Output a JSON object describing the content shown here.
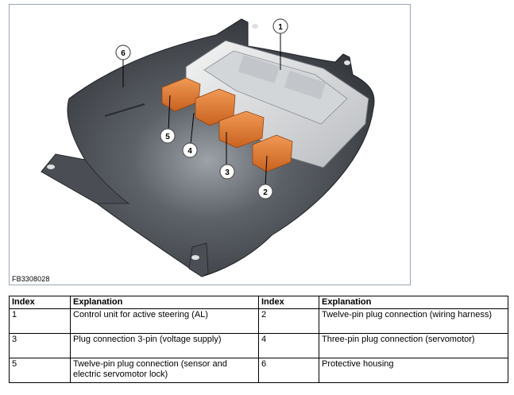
{
  "figure": {
    "code": "FB3308028",
    "callouts": [
      "1",
      "2",
      "3",
      "4",
      "5",
      "6"
    ]
  },
  "table": {
    "headers": [
      "Index",
      "Explanation",
      "Index",
      "Explanation"
    ],
    "rows": [
      [
        "1",
        "Control unit for active steering (AL)",
        "2",
        "Twelve-pin plug connection (wiring harness)"
      ],
      [
        "3",
        "Plug connection 3-pin (voltage supply)",
        "4",
        "Three-pin plug connection (servomotor)"
      ],
      [
        "5",
        "Twelve-pin plug connection (sensor and electric servomotor lock)",
        "6",
        "Protective housing"
      ]
    ]
  },
  "colors": {
    "housing": "#3c4046",
    "connector": "#e0782e",
    "frame_border": "#9aa6b4"
  }
}
